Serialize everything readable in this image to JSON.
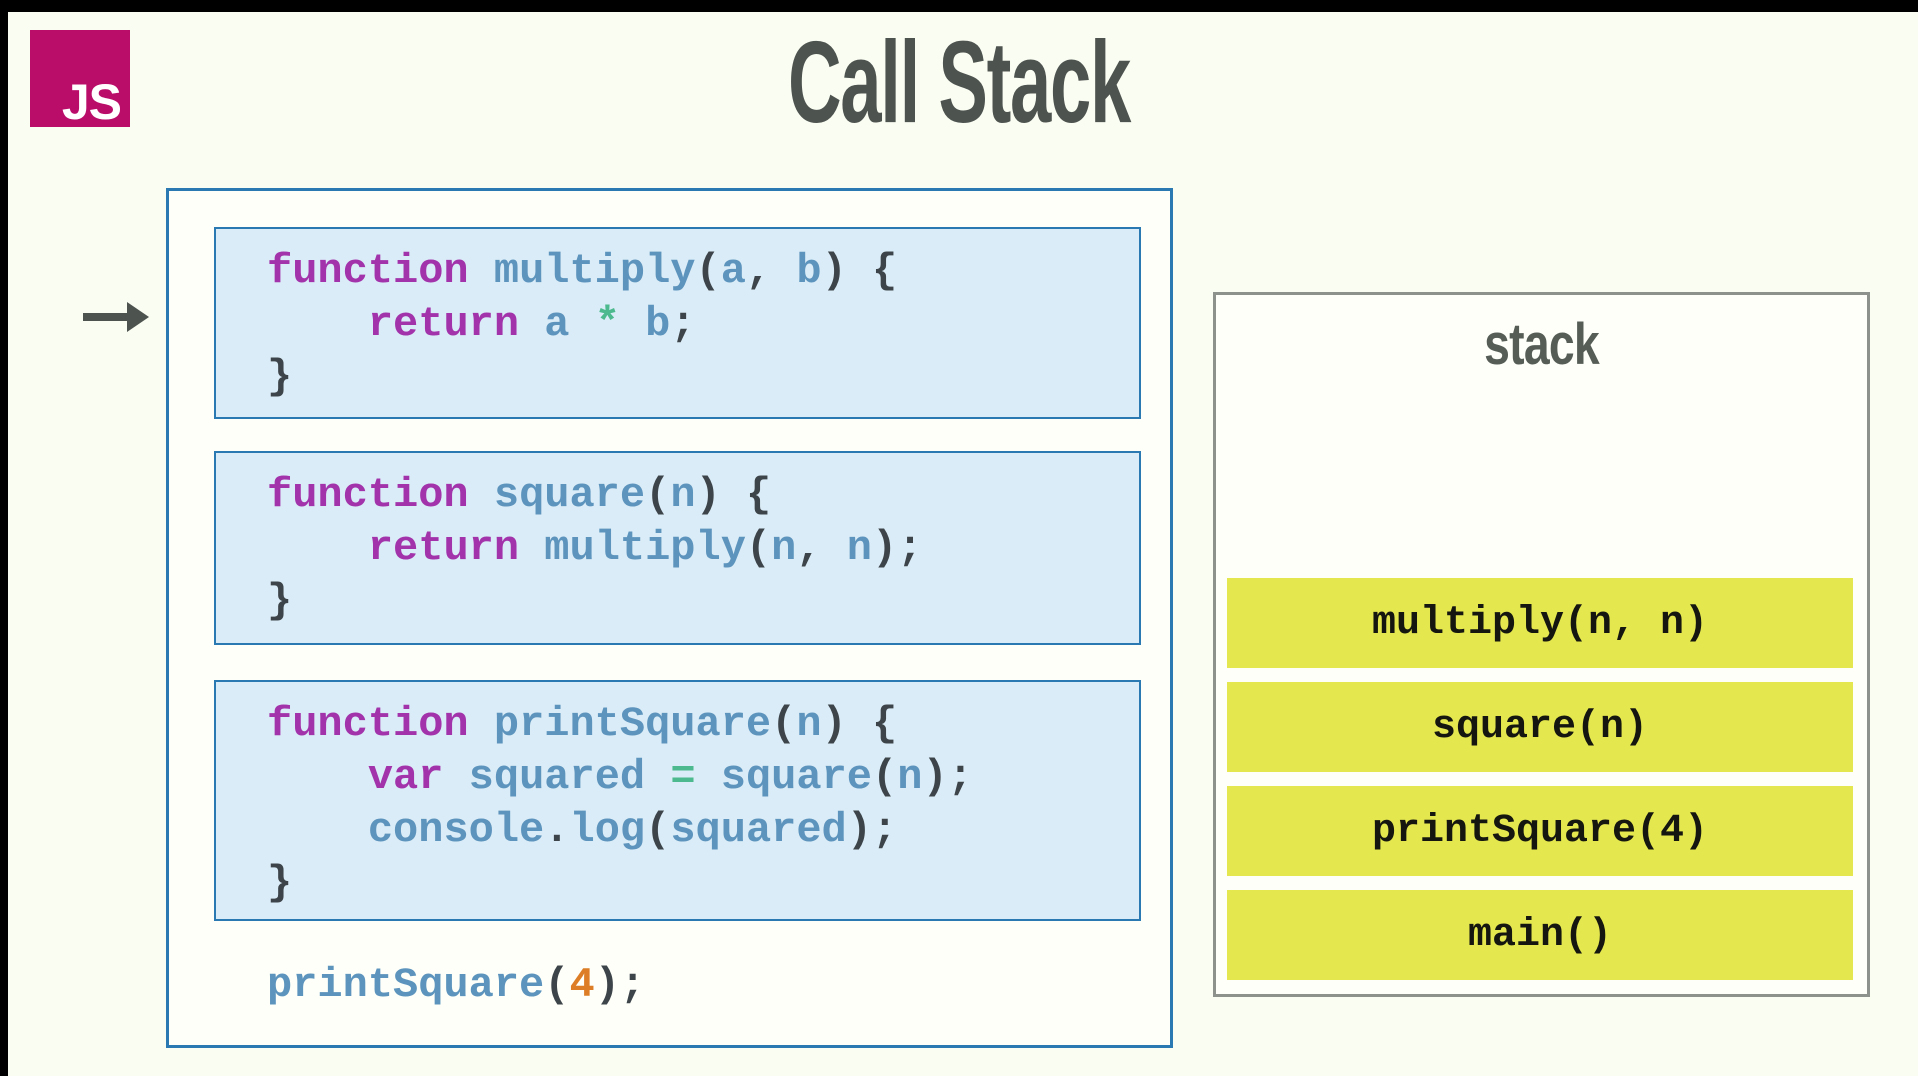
{
  "colors": {
    "page_bg": "#fafdf2",
    "letterbox": "#000000",
    "logo_bg": "#ba0d6a",
    "logo_fg": "#ffffff",
    "title": "#4d534f",
    "arrow": "#4d534f",
    "panel_border": "#2b79b3",
    "panel_bg": "#fdfff8",
    "code_bg": "#daecf7",
    "stack_border": "#8d928d",
    "stack_bg": "#fdfff8",
    "stack_label": "#565d57",
    "frame_bg": "#e4e74e",
    "frame_text": "#15160f",
    "kw": "#a233ab",
    "id": "#5d94bd",
    "pu": "#3d444a",
    "op": "#4cba8e",
    "num": "#dd7e27",
    "pl": "#3d444a"
  },
  "logo": {
    "text": "JS"
  },
  "title": {
    "text": "Call Stack"
  },
  "code_panel": {
    "blocks": [
      {
        "name": "multiply",
        "lines": [
          [
            [
              "kw",
              "function"
            ],
            [
              "pl",
              " "
            ],
            [
              "id",
              "multiply"
            ],
            [
              "pu",
              "("
            ],
            [
              "id",
              "a"
            ],
            [
              "pu",
              ","
            ],
            [
              "pl",
              " "
            ],
            [
              "id",
              "b"
            ],
            [
              "pu",
              ")"
            ],
            [
              "pl",
              " "
            ],
            [
              "pu",
              "{"
            ]
          ],
          [
            [
              "pl",
              "    "
            ],
            [
              "kw",
              "return"
            ],
            [
              "pl",
              " "
            ],
            [
              "id",
              "a"
            ],
            [
              "pl",
              " "
            ],
            [
              "op",
              "*"
            ],
            [
              "pl",
              " "
            ],
            [
              "id",
              "b"
            ],
            [
              "pu",
              ";"
            ]
          ],
          [
            [
              "pu",
              "}"
            ]
          ]
        ]
      },
      {
        "name": "square",
        "lines": [
          [
            [
              "kw",
              "function"
            ],
            [
              "pl",
              " "
            ],
            [
              "id",
              "square"
            ],
            [
              "pu",
              "("
            ],
            [
              "id",
              "n"
            ],
            [
              "pu",
              ")"
            ],
            [
              "pl",
              " "
            ],
            [
              "pu",
              "{"
            ]
          ],
          [
            [
              "pl",
              "    "
            ],
            [
              "kw",
              "return"
            ],
            [
              "pl",
              " "
            ],
            [
              "id",
              "multiply"
            ],
            [
              "pu",
              "("
            ],
            [
              "id",
              "n"
            ],
            [
              "pu",
              ","
            ],
            [
              "pl",
              " "
            ],
            [
              "id",
              "n"
            ],
            [
              "pu",
              ");"
            ]
          ],
          [
            [
              "pu",
              "}"
            ]
          ]
        ]
      },
      {
        "name": "printSquare",
        "lines": [
          [
            [
              "kw",
              "function"
            ],
            [
              "pl",
              " "
            ],
            [
              "id",
              "printSquare"
            ],
            [
              "pu",
              "("
            ],
            [
              "id",
              "n"
            ],
            [
              "pu",
              ")"
            ],
            [
              "pl",
              " "
            ],
            [
              "pu",
              "{"
            ]
          ],
          [
            [
              "pl",
              "    "
            ],
            [
              "kw",
              "var"
            ],
            [
              "pl",
              " "
            ],
            [
              "id",
              "squared"
            ],
            [
              "pl",
              " "
            ],
            [
              "op",
              "="
            ],
            [
              "pl",
              " "
            ],
            [
              "id",
              "square"
            ],
            [
              "pu",
              "("
            ],
            [
              "id",
              "n"
            ],
            [
              "pu",
              ");"
            ]
          ],
          [
            [
              "pl",
              "    "
            ],
            [
              "id",
              "console"
            ],
            [
              "pu",
              "."
            ],
            [
              "id",
              "log"
            ],
            [
              "pu",
              "("
            ],
            [
              "id",
              "squared"
            ],
            [
              "pu",
              ");"
            ]
          ],
          [
            [
              "pu",
              "}"
            ]
          ]
        ]
      }
    ],
    "call_line": [
      [
        "id",
        "printSquare"
      ],
      [
        "pu",
        "("
      ],
      [
        "num",
        "4"
      ],
      [
        "pu",
        ");"
      ]
    ]
  },
  "stack_panel": {
    "title": "stack",
    "frames": [
      "multiply(n, n)",
      "square(n)",
      "printSquare(4)",
      "main()"
    ]
  }
}
